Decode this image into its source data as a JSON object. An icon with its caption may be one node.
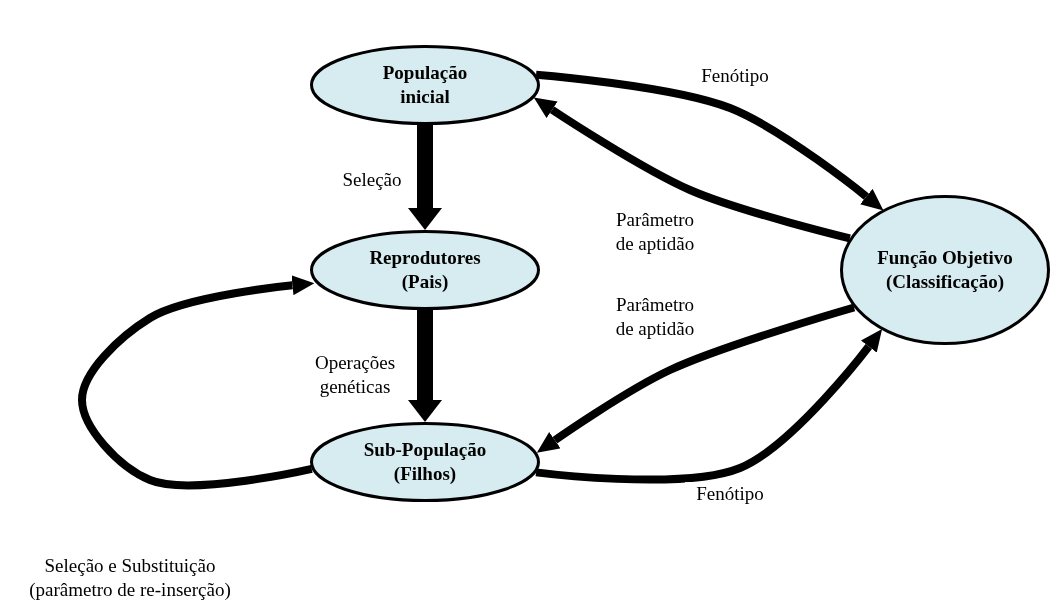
{
  "diagram": {
    "nodes": [
      {
        "text": [
          "População inicial"
        ]
      },
      {
        "text": [
          "Reprodutores (Pais)"
        ]
      },
      {
        "text": [
          "Sub-População (Filhos)"
        ]
      },
      {
        "text": [
          "Função Objetivo (Classificação)"
        ]
      }
    ],
    "edges": [
      {
        "from": 0,
        "to": 1,
        "arrow": "to",
        "label": "Seleção",
        "style": "thick"
      },
      {
        "from": 1,
        "to": 2,
        "arrow": "to",
        "label": "Operações genéticas",
        "style": "thick"
      },
      {
        "from": 0,
        "to": 3,
        "arrow": "to",
        "label": "Fenótipo"
      },
      {
        "from": 3,
        "to": 0,
        "arrow": "to",
        "label": "Parâmetro de aptidão"
      },
      {
        "from": 3,
        "to": 2,
        "arrow": "to",
        "label": "Parâmetro de aptidão"
      },
      {
        "from": 2,
        "to": 3,
        "arrow": "to",
        "label": "Fenótipo"
      },
      {
        "from": 2,
        "to": 1,
        "arrow": "to",
        "label": "Seleção e Substituição (parâmetro de re-inserção)"
      }
    ]
  }
}
